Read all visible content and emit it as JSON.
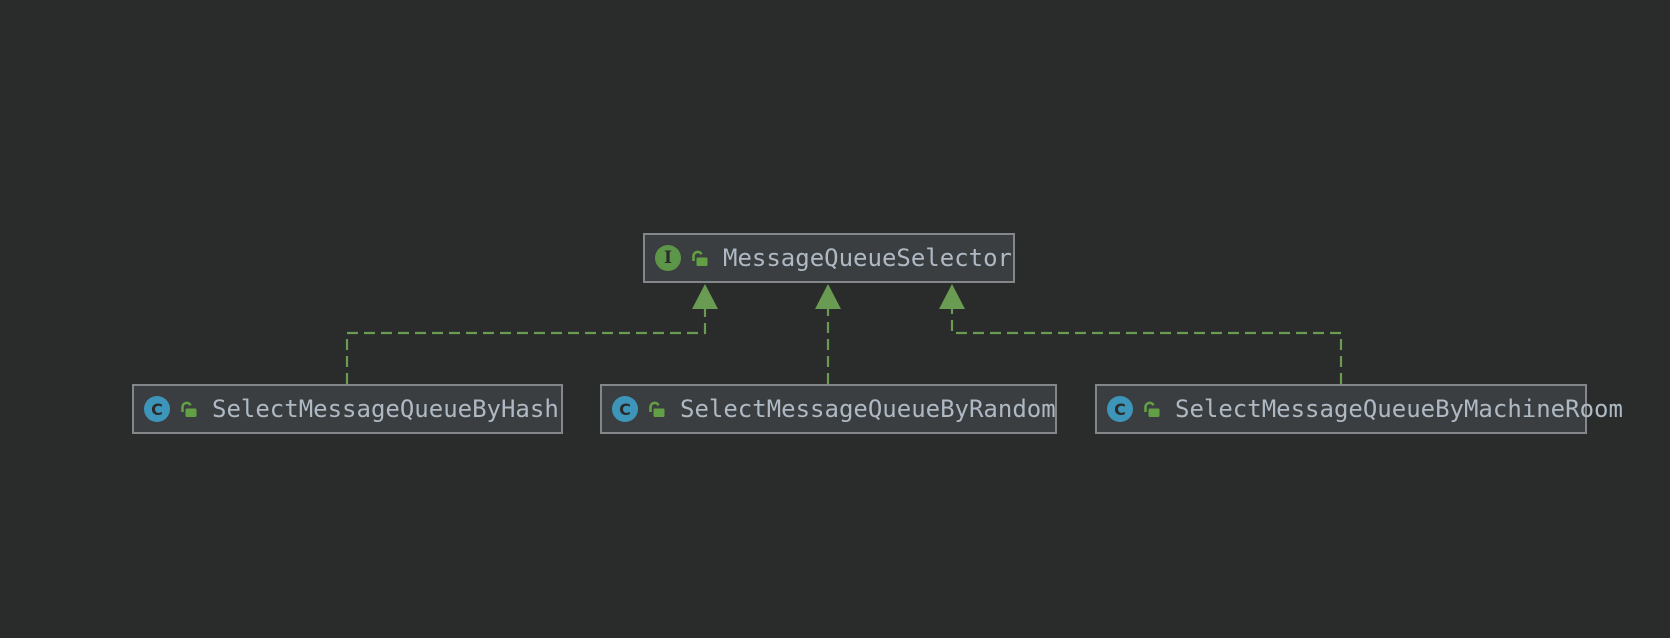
{
  "diagram": {
    "nodes": [
      {
        "label": "MessageQueueSelector",
        "kind": "interface",
        "badge": "I",
        "visibility_icon": "unlocked-padlock"
      },
      {
        "label": "SelectMessageQueueByHash",
        "kind": "class",
        "badge": "C",
        "visibility_icon": "unlocked-padlock"
      },
      {
        "label": "SelectMessageQueueByRandom",
        "kind": "class",
        "badge": "C",
        "visibility_icon": "unlocked-padlock"
      },
      {
        "label": "SelectMessageQueueByMachineRoom",
        "kind": "class",
        "badge": "C",
        "visibility_icon": "unlocked-padlock"
      }
    ],
    "edges": [
      {
        "from": "SelectMessageQueueByHash",
        "to": "MessageQueueSelector",
        "type": "realization"
      },
      {
        "from": "SelectMessageQueueByRandom",
        "to": "MessageQueueSelector",
        "type": "realization"
      },
      {
        "from": "SelectMessageQueueByMachineRoom",
        "to": "MessageQueueSelector",
        "type": "realization"
      }
    ],
    "colors": {
      "background": "#2a2b2b",
      "node_background": "#3b3e40",
      "node_border": "#83878a",
      "label_text": "#aeb9c4",
      "edge_green": "#699c52",
      "interface_icon_green": "#5d9648",
      "class_icon_blue": "#3d96ba",
      "lock_icon_green": "#63a045",
      "badge_text": "#2b2b2b"
    }
  }
}
